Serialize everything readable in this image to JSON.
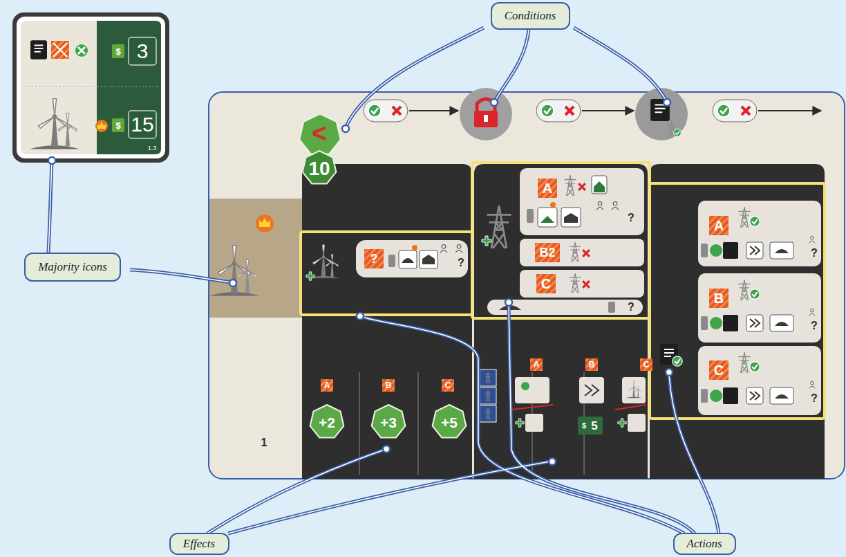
{
  "diagram": {
    "nodes": [
      {
        "text": [
          "Conditions"
        ]
      },
      {
        "text": [
          "Majority icons"
        ]
      },
      {
        "text": [
          "Effects"
        ]
      },
      {
        "text": [
          "Actions"
        ]
      }
    ],
    "labels": [
      "$",
      "3",
      "$",
      "15",
      "1.3",
      "<",
      "10",
      "?",
      "?",
      "A",
      "?",
      "B2",
      "C",
      "?",
      "A",
      "?",
      "B",
      "?",
      "C",
      "?",
      "A",
      "B",
      "C",
      "+2",
      "+3",
      "+5",
      "A",
      "B",
      "C",
      "$",
      "5",
      "1"
    ]
  }
}
